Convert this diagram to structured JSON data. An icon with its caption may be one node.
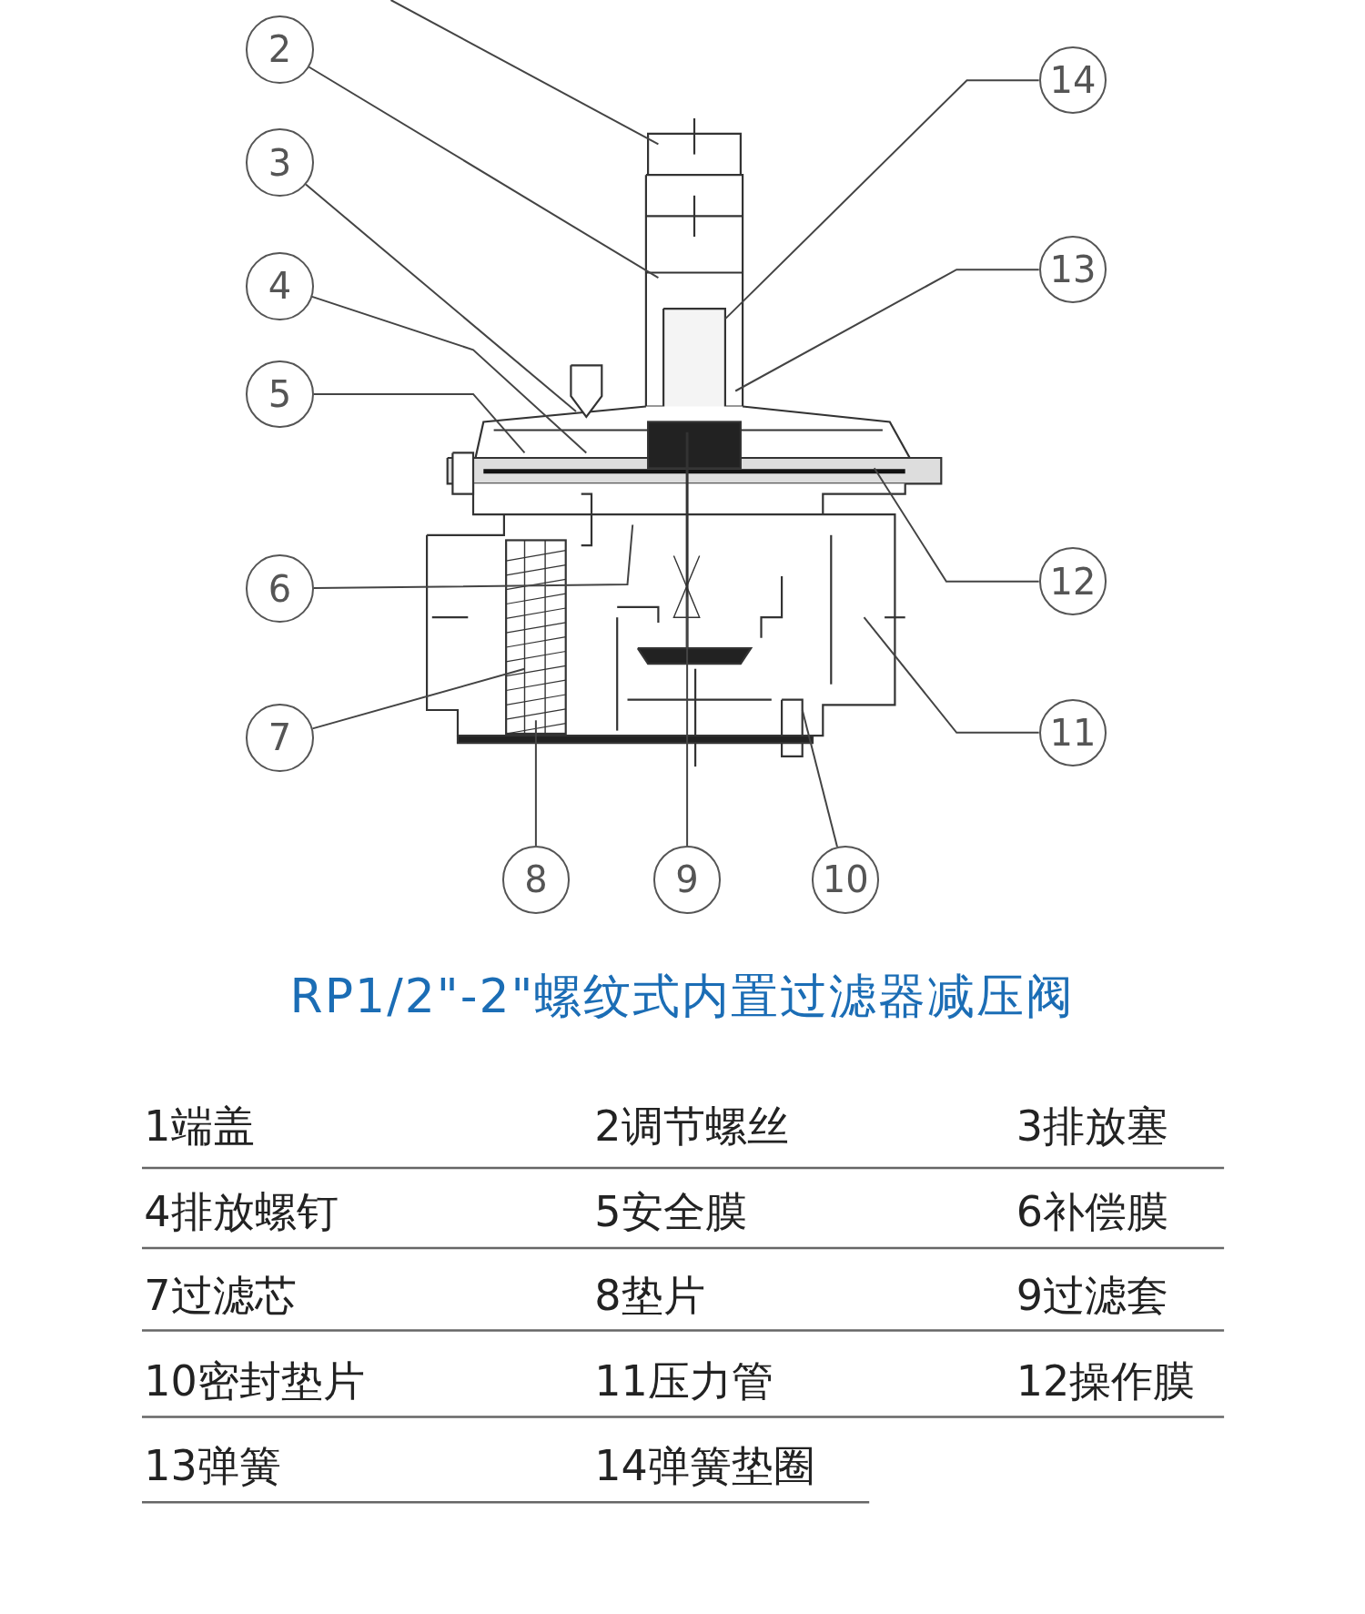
{
  "diagram": {
    "title": "RP1/2\"-2\"螺纹式内置过滤器减压阀",
    "nodes": [
      {
        "text": [
          "2"
        ]
      },
      {
        "text": [
          "3"
        ]
      },
      {
        "text": [
          "4"
        ]
      },
      {
        "text": [
          "5"
        ]
      },
      {
        "text": [
          "6"
        ]
      },
      {
        "text": [
          "7"
        ]
      },
      {
        "text": [
          "8"
        ]
      },
      {
        "text": [
          "9"
        ]
      },
      {
        "text": [
          "10"
        ]
      },
      {
        "text": [
          "11"
        ]
      },
      {
        "text": [
          "12"
        ]
      },
      {
        "text": [
          "13"
        ]
      },
      {
        "text": [
          "14"
        ]
      }
    ],
    "edges": [
      {
        "from": 0,
        "to": null,
        "arrow": "none"
      },
      {
        "from": 1,
        "to": null,
        "arrow": "none"
      },
      {
        "from": 2,
        "to": null,
        "arrow": "none"
      },
      {
        "from": 3,
        "to": null,
        "arrow": "none"
      },
      {
        "from": 4,
        "to": null,
        "arrow": "none"
      },
      {
        "from": 5,
        "to": null,
        "arrow": "none"
      },
      {
        "from": 6,
        "to": null,
        "arrow": "none"
      },
      {
        "from": 7,
        "to": null,
        "arrow": "none"
      },
      {
        "from": 8,
        "to": null,
        "arrow": "none"
      },
      {
        "from": 9,
        "to": null,
        "arrow": "none"
      },
      {
        "from": 10,
        "to": null,
        "arrow": "none"
      },
      {
        "from": 11,
        "to": null,
        "arrow": "none"
      },
      {
        "from": 12,
        "to": null,
        "arrow": "none"
      }
    ],
    "labels": [
      "1端盖",
      "2调节螺丝",
      "3排放塞",
      "4排放螺钉",
      "5安全膜",
      "6补偿膜",
      "7过滤芯",
      "8垫片",
      "9过滤套",
      "10密封垫片",
      "11压力管",
      "12操作膜",
      "13弹簧",
      "14弹簧垫圈"
    ]
  }
}
